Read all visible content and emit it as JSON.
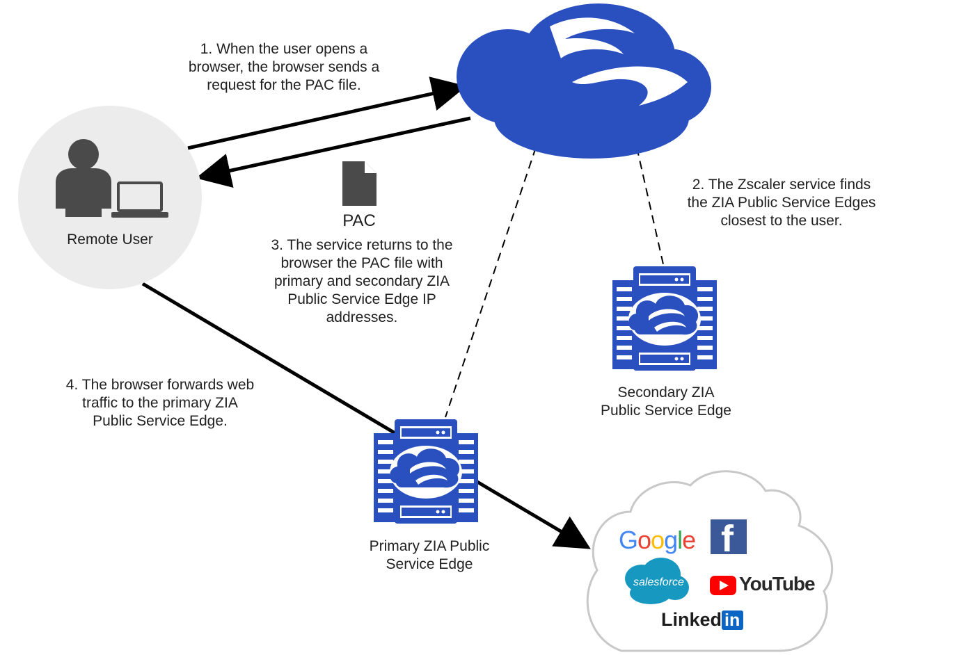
{
  "labels": {
    "step1": "1. When the user opens a\nbrowser, the browser sends a\nrequest for the PAC file.",
    "step2": "2. The Zscaler service finds\nthe ZIA Public Service Edges\nclosest to the user.",
    "step3": "3. The service returns to the\nbrowser the PAC file with\nprimary and secondary ZIA\nPublic Service Edge IP\naddresses.",
    "step4": "4. The browser forwards web\ntraffic to the primary ZIA\nPublic Service Edge.",
    "remote_user": "Remote User",
    "pac": "PAC",
    "primary_edge": "Primary ZIA Public\nService Edge",
    "secondary_edge": "Secondary ZIA\nPublic Service Edge"
  },
  "brands": {
    "google": [
      "G",
      "o",
      "o",
      "g",
      "l",
      "e"
    ],
    "facebook": "f",
    "salesforce": "salesforce",
    "youtube": "YouTube",
    "linkedin_word": "Linked",
    "linkedin_in": "in"
  },
  "colors": {
    "zscaler_blue": "#2a4fbf",
    "arrow": "#000000",
    "user_circle": "#ececec",
    "user_icon": "#4a4a4a",
    "cloud_outline": "#c8c8c8",
    "google": [
      "#4285F4",
      "#EA4335",
      "#FBBC05",
      "#4285F4",
      "#34A853",
      "#EA4335"
    ],
    "facebook": "#3b5998",
    "salesforce": "#1798c1",
    "youtube": "#ff0000",
    "linkedin": "#0a66c2"
  },
  "icons": [
    "zscaler-cloud-icon",
    "user-icon",
    "laptop-icon",
    "pac-file-icon",
    "server-rack-icon"
  ]
}
